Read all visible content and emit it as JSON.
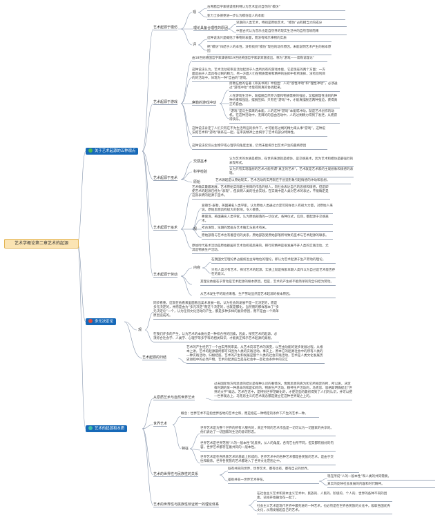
{
  "root": "艺术学概论第二章艺术的起源",
  "branch1": "关于艺术起源的五种观点",
  "branch2": "多元决定论",
  "branch3": "艺术的起源和本质",
  "b1": {
    "n1": "艺术起源于模仿",
    "n1_1": "古希腊哲学家德谟克利特认为艺术是对自然的“模仿”",
    "n1_2": "亚力士多德更进一步认为模仿是人的本能",
    "n1_3": "理论具备合理性的原因",
    "n1_3a": "早期的人类艺术，特别是原始艺术，“模仿”占有相当大的成分",
    "n1_3b": "中国古代认为音乐也是自然界的现实生活中的自然音响而来",
    "n1_4": "这种说法只是概括了事物的表面，而没有揭示事物的实质",
    "n1_5": "把“模仿”归结于人的本性，没有找到“模仿”现在的动作原因，未能说明艺术产生的根本原因",
    "n2": "艺术起源于游戏",
    "n2_1": "由18世纪德国哲学家康德和19世纪英国哲学家斯宾塞提出，称为“游戏——席勒说理论”",
    "n2_2": "这种说法认为，艺术活动或审美活动起源于人类所具有的游戏本能，它是现在的两个方面：一方面是由于人类具有过剩的精力，另一方面人们在物质需要和精神的压抑中有所发挥，没有功利目的的活动中，体现为一种“自由的”游戏。",
    "n2_3": "席勒的游戏冲动",
    "n2_3a": "席勒在他的名著《审美书简》中指出：人的“感性冲动”和“理性冲动”，必须通过“游戏冲动”才能得到真的协调起来。",
    "n2_3b": "人在游戏生活中，既摆脱自然界力量和物质需要的强迫，又摆脱理性法则的种种约束和强迫，摆脱压抑，只有在“游戏”中，才能真摆脱这两种强迫，获得真正的自由。",
    "n2_3c": "“游戏”是与生俱来的本能，人的这种“游戏”本能或冲动，就是艺术创作的动机。在这种活动中，无目的的自由活动中，人的过剩精力得到了发泄，从而获得快乐。",
    "n2_4": "这种说法肯定了人们只有在不为生活所迫的条件下，才可能有过剩的精力来从事“游戏”。这种说法把艺术和“游戏”联系在一起，在审美精神上也揭示了艺术的部分特殊性。",
    "n2_5": "这种说法仅仅从生物学或心理学的角度出发，仍然未能揭示出艺术产生的最终原因",
    "n3": "艺术起源于巫术",
    "n3_1": "交感巫术",
    "n3_1a": "认为艺术的本质是模仿，在世的来源就是模仿，是交感巫术，因为艺术和模仿是最强烈的表现形式。",
    "n3_2": "科学检验",
    "n3_2a": "认为只有实现理想的艺术才能所谓“真正的艺术”，艺术就是艺术家的主观想象和情感的表现。",
    "n3_3": "原始",
    "n3_3a": "艺术源起是以原始现实，艺术活动的实用就在于创造形象引起情感的冲动和思想。",
    "n4": "艺术起源于巫术",
    "n4_1": "艺术确实最最发展，艺术原始实际最主要目的作品的想人，向社会表达自己的思想和情感，但是即使艺术的起源已经为“表现”，但表明人类的社会实践，在实践中是人类对艺术的表达，不能确定是这就表明的起源于巫术。",
    "n4_2": "爱德华·泰勒，英国著名人类学家，认为原始人类通过力定可同样也人有很大力量，对原始人来说，原始思想具有极大的影响，令人敬畏。",
    "n4_3": "弗雷泽，英国著名人类学家，认为原始部落的一切仪式，各种仪式，信仰，都起源于交感巫术。",
    "n4_4": "考古发现，早期的岩画与艺术确实与巫术有关。",
    "n4_5": "原始部落与艺术也有着密切的关系，原始部族受原始部落所导致的巫术与艺术起源的联系。",
    "n4_6": "原始时代巫术活动是原始群居的艺术动机或后来的，把行的精神是很发展不开人类的实践活动，尤其是物质生产活动。",
    "n5": "艺术起源于劳动",
    "n5_1": "内容",
    "n5_1a": "在我国文艺理论界占据统治主导地位的理论，即认为艺术起源于生产劳动的理论。",
    "n5_1b": "只有人类才有艺术，探讨艺术的起源，实质上就是探索早期人类作以为自己是艺术能否存在的意义。",
    "n5_2": "其理论依据在于劳动是艺术起源的根本原因。但是，艺术的产生却不能简单的完全归结为劳动。",
    "n5_3": "从艺术发生学的观点来看，生产劳动显然是艺术起源的根本原因。"
  },
  "b2": {
    "a": "观",
    "a_1": "同步看重，这就在他看来里面看出美术发展一般，认为社会的发展不是一元决定的，而是多元决定的，并而是由为“多元决定”而这个决定的，也就是都化，当然而的那样基本了“多元决定论”一个，认为任何文化活动的产生，都是多种多样的复杂原因，而不是由一个简单原因造成的。",
    "a_2": "在我们许多的产生，认为艺术的本质也是一种综合性的因素，因此，探究艺术的起源，必须综合社会学、人类学、心理学等多学科的相关知识，才能真正揭示艺术起源的奥秘。",
    "b": "艺术起源的归结",
    "b_1": "艺术的产生经历了一个由实用到审美，从艺术向非艺术的演变，以至由功能的逐步发展过程，从根本上讲，艺术的起源最终都可归因为人类的实践活动。事实上，原本它的起源社会中的所有人类的一种实践活动，归根结底，艺术的产生和发展是整个人类的社会实践活动，艺术是人类文化发展历史进程中的必然产物，艺术的起源应当是在社会中一定社会条件中的交汇"
  },
  "b3": {
    "a": "从原质艺术与自然世界艺术",
    "a_1": "过去国际地方和思想的结论是每种认识的看情况，像我思想的真为和它所规定的所，所以呢，决定每时期的某一种基本的和是如何的，物质生产活动，精神生产活动的，马克思、恩格斯明确提出“世界的文学”概念，艺术在这中，是特别世界范畴化的，才使这些的最初得到了人们的认识，并可以把一世界观念上，马克思主义的艺术观念都是建立在这种世界观之上的。",
    "b": "世界艺术",
    "b_1": "概念：世界艺术不是指世界各地的艺术之和，而是指在一种特定的条件下产生的艺术一种。",
    "b_2": "特征",
    "b_2a": "世界艺术是为整个世界的所有人服务的，真正不同的艺术作品是一切可以为一切国家的共享的。他们表达了一切国家的生活的意识形态。",
    "b_2b": "世界艺术是世界范围“人的一般本性”的反映，从人的角度，各有它也所不同，但又都有很好的内容，世界艺术都存在着共同的一般本性。",
    "b_2c": "世界艺术是在各民族艺术的基础上形成的，世界艺术中的各种艺术都是各民族的艺术，是由于交往和联系，世界各民族的艺术都进入了世界文化范围之中。",
    "c": "艺术的世界性与民族性的关系",
    "c_1": "既有共同的世界，世界艺术，都有也有，都有自己的世界。",
    "c_2": "差别并非一世界艺术存在。",
    "c_2a": "现在所说“人的一般本性”和人类的共同需要。",
    "c_2b": "真实的反映社会发展的内容和时代精神。",
    "d": "艺术的世界性与民族性辩证统一的理论体系",
    "d_1": "在社会主义艺术和资本主义艺术中，民族的、人民的、阶级的、个人的、世界的各种不同的因素，已经开始融合在一起了。",
    "d_2": "社会主义艺术是现代世界中最先进的一种艺术，也必然是在世界各民族的文化中，吸取各国优秀文化，从而发展起自己的艺术。"
  }
}
